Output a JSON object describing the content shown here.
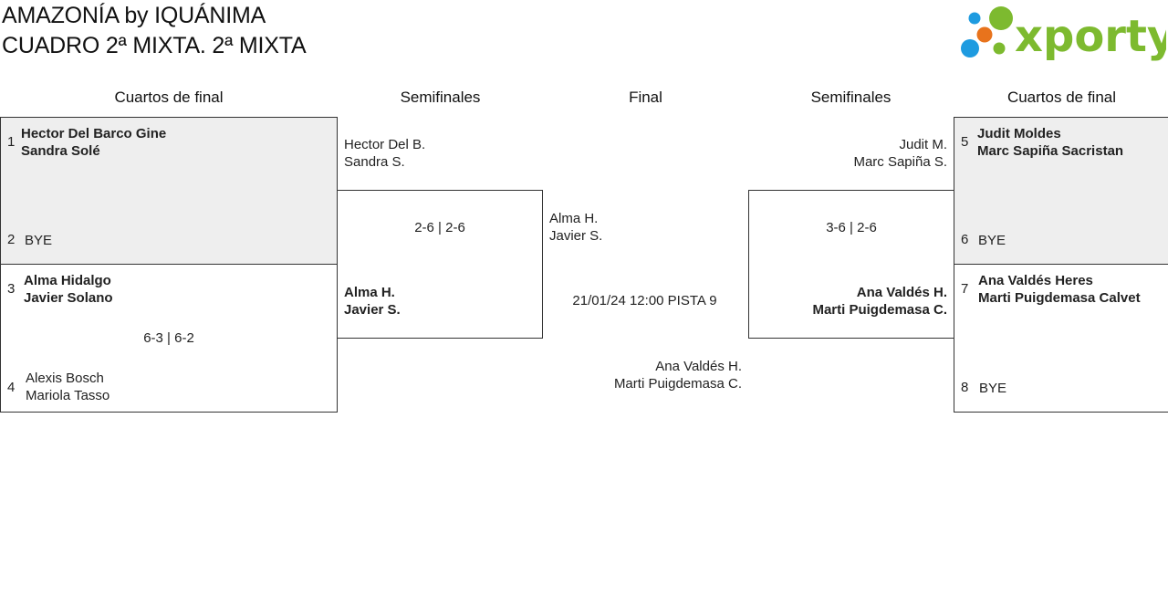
{
  "header": {
    "title_line1": "AMAZONÍA by IQUÁNIMA",
    "title_line2": "CUADRO 2ª MIXTA. 2ª MIXTA",
    "logo_text": "xporty",
    "logo_colors": {
      "green": "#7dba2f",
      "blue": "#1e9be0",
      "orange": "#e8731c"
    }
  },
  "rounds": {
    "qf_left": "Cuartos de final",
    "sf_left": "Semifinales",
    "final": "Final",
    "sf_right": "Semifinales",
    "qf_right": "Cuartos de final"
  },
  "qf_left": {
    "match1": {
      "seed_a": "1",
      "team_a": [
        "Hector Del Barco Gine",
        "Sandra Solé"
      ],
      "seed_b": "2",
      "team_b": [
        "BYE"
      ]
    },
    "match2": {
      "seed_a": "3",
      "team_a": [
        "Alma Hidalgo",
        "Javier Solano"
      ],
      "score": "6-3 | 6-2",
      "seed_b": "4",
      "team_b": [
        "Alexis Bosch",
        "Mariola Tasso"
      ]
    }
  },
  "sf_left": {
    "team_a": [
      "Hector Del B.",
      "Sandra S."
    ],
    "score": "2-6 | 2-6",
    "team_b": [
      "Alma H.",
      "Javier S."
    ]
  },
  "final": {
    "team_a": [
      "Alma H.",
      "Javier S."
    ],
    "info": "21/01/24 12:00 PISTA 9",
    "team_b": [
      "Ana Valdés H.",
      "Marti Puigdemasa C."
    ]
  },
  "sf_right": {
    "team_a": [
      "Judit M.",
      "Marc Sapiña S."
    ],
    "score": "3-6 | 2-6",
    "team_b": [
      "Ana Valdés H.",
      "Marti Puigdemasa C."
    ]
  },
  "qf_right": {
    "match1": {
      "seed_a": "5",
      "team_a": [
        "Judit Moldes",
        "Marc Sapiña Sacristan"
      ],
      "seed_b": "6",
      "team_b": [
        "BYE"
      ]
    },
    "match2": {
      "seed_a": "7",
      "team_a": [
        "Ana Valdés Heres",
        "Marti Puigdemasa Calvet"
      ],
      "seed_b": "8",
      "team_b": [
        "BYE"
      ]
    }
  }
}
